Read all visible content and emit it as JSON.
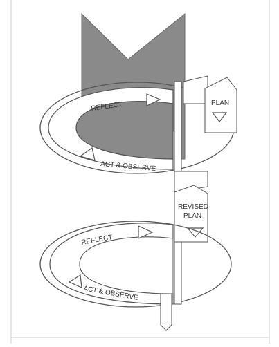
{
  "cycle_1": {
    "reflect_label": "REFLECT",
    "plan_label": "PLAN",
    "act_observe_label": "ACT & OBSERVE"
  },
  "cycle_2": {
    "revised_plan_label_line1": "REVISED",
    "revised_plan_label_line2": "PLAN",
    "reflect_label": "REFLECT",
    "act_observe_label": "ACT & OBSERVE"
  },
  "colors": {
    "dark_band": "#8a8a8a",
    "outline": "#555555",
    "background": "#ffffff",
    "frame_border": "#d8d8d8"
  }
}
